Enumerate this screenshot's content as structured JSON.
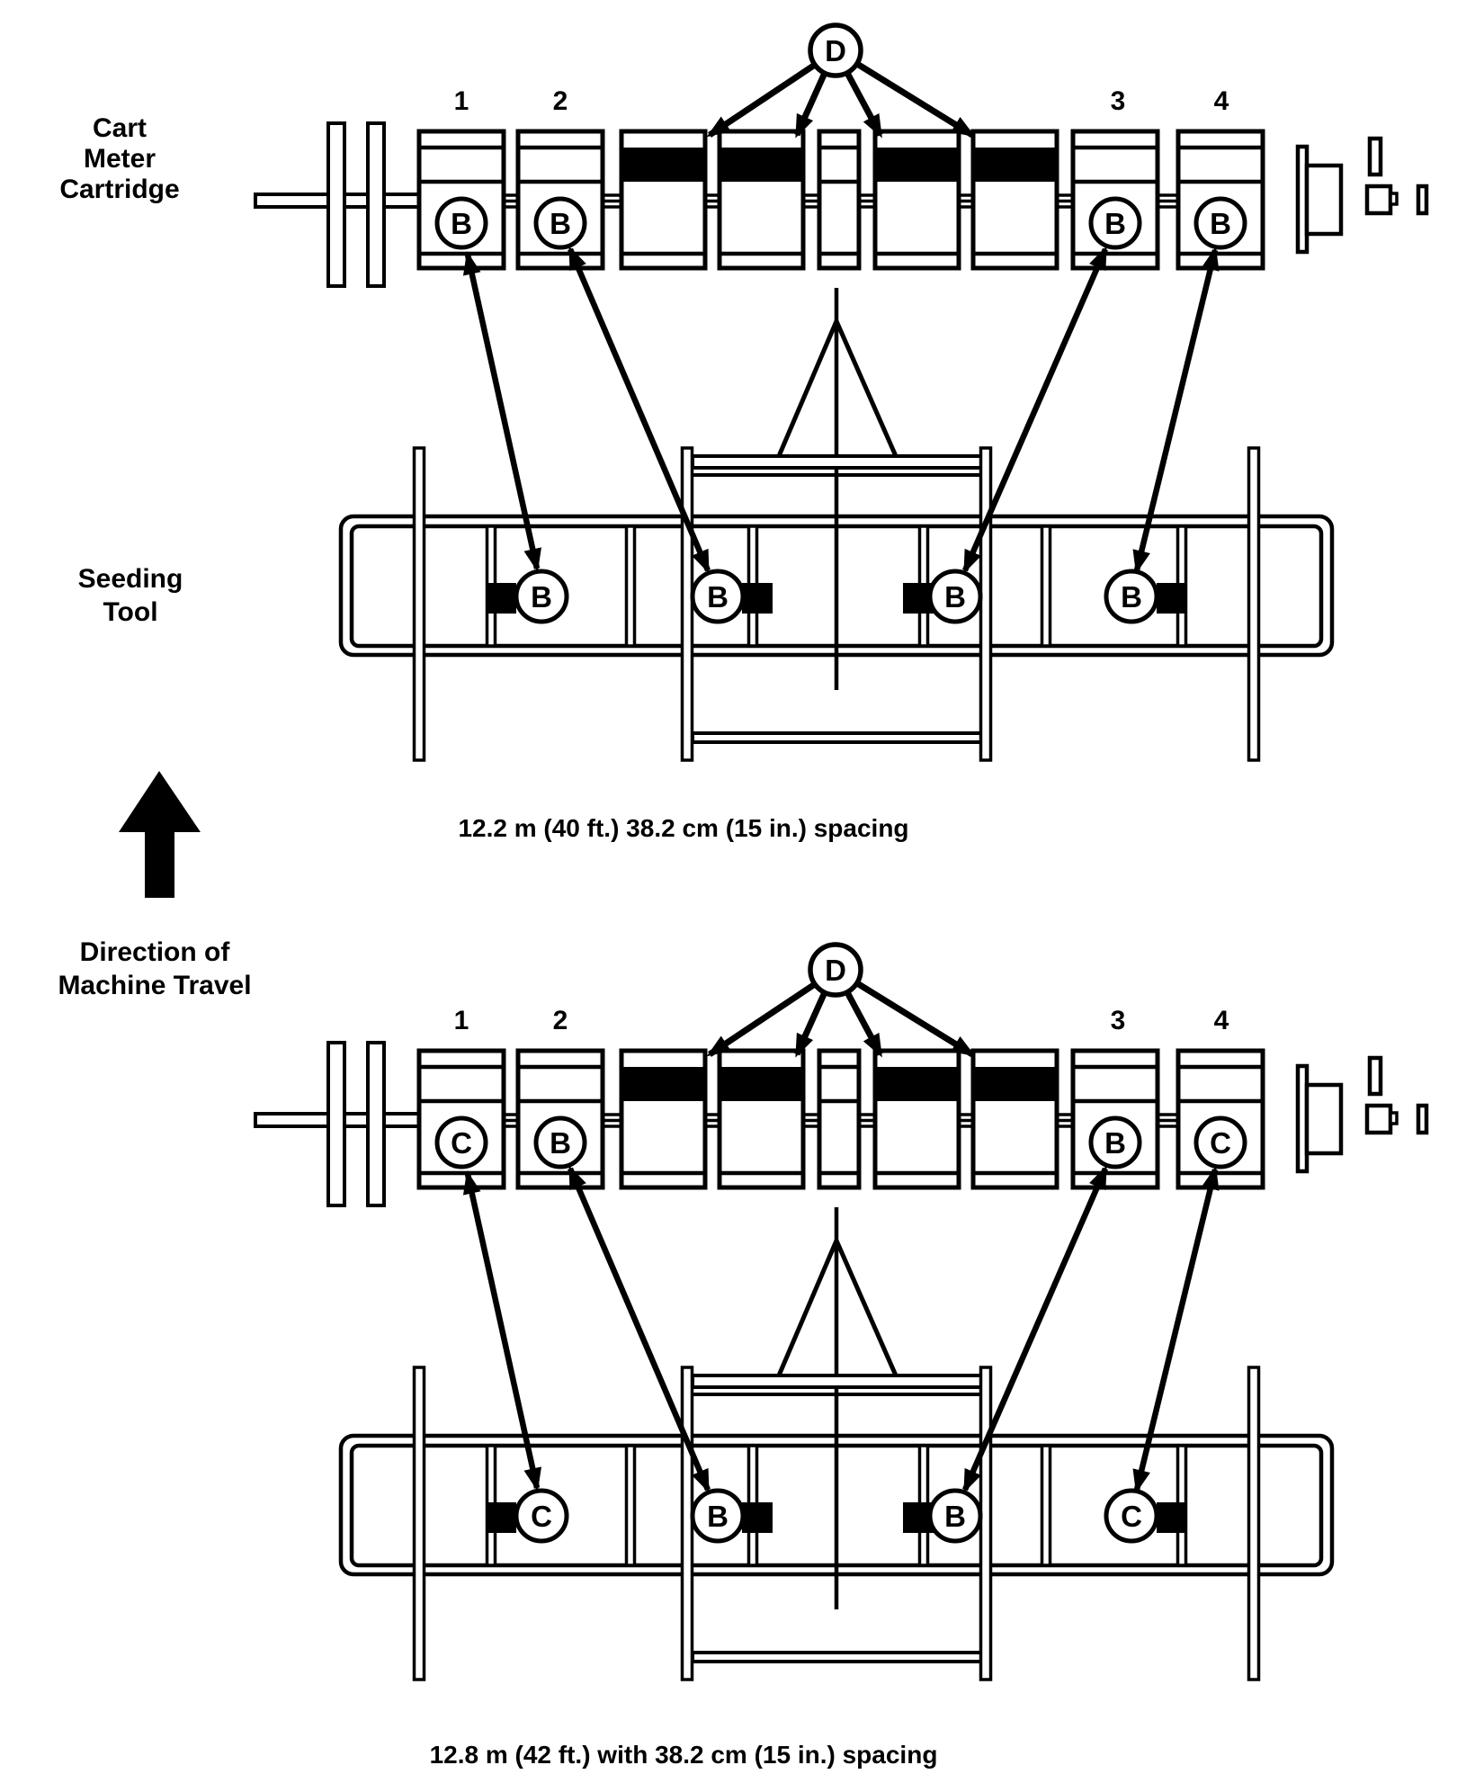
{
  "labels": {
    "cart_meter_cartridge": [
      "Cart",
      "Meter",
      "Cartridge"
    ],
    "seeding_tool": [
      "Seeding",
      "Tool"
    ],
    "direction": [
      "Direction of",
      "Machine Travel"
    ]
  },
  "cartridge_numbers": [
    "1",
    "2",
    "3",
    "4"
  ],
  "diagrams": [
    {
      "d_label": "D",
      "cart_letters": [
        "B",
        "B",
        "B",
        "B"
      ],
      "tool_letters": [
        "B",
        "B",
        "B",
        "B"
      ],
      "caption": "12.2 m (40 ft.) 38.2 cm (15 in.) spacing"
    },
    {
      "d_label": "D",
      "cart_letters": [
        "C",
        "B",
        "B",
        "C"
      ],
      "tool_letters": [
        "C",
        "B",
        "B",
        "C"
      ],
      "caption": "12.8 m (42 ft.) with 38.2 cm (15 in.) spacing"
    }
  ],
  "colors": {
    "ink": "#000000",
    "background": "#ffffff"
  }
}
